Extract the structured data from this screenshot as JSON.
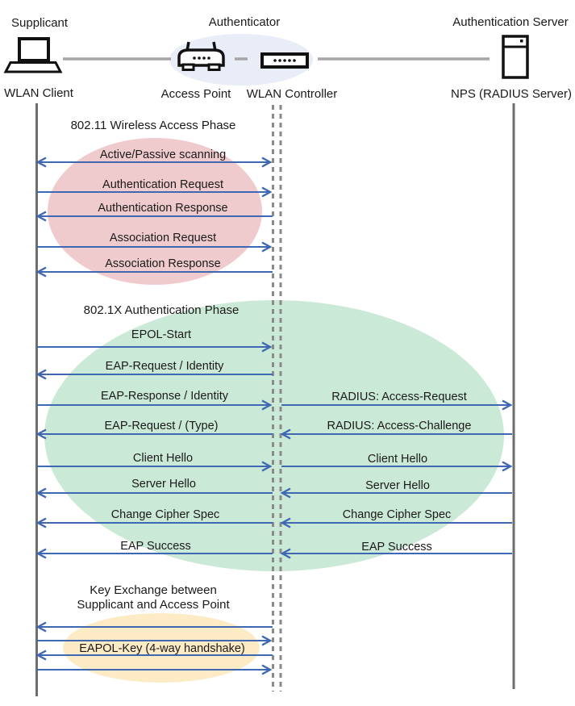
{
  "header": {
    "supplicant_role": "Supplicant",
    "authenticator_role": "Authenticator",
    "auth_server_role": "Authentication Server",
    "wlan_client": "WLAN Client",
    "access_point": "Access Point",
    "wlan_controller": "WLAN Controller",
    "radius_server": "NPS (RADIUS Server)"
  },
  "phase1": {
    "title": "802.11 Wireless Access Phase",
    "messages": [
      {
        "label": "Active/Passive scanning",
        "direction": "bidirectional",
        "from": "WLAN Client",
        "to": "WLAN Controller"
      },
      {
        "label": "Authentication Request",
        "direction": "right",
        "from": "WLAN Client",
        "to": "WLAN Controller"
      },
      {
        "label": "Authentication Response",
        "direction": "left",
        "from": "WLAN Controller",
        "to": "WLAN Client"
      },
      {
        "label": "Association Request",
        "direction": "right",
        "from": "WLAN Client",
        "to": "WLAN Controller"
      },
      {
        "label": "Association Response",
        "direction": "left",
        "from": "WLAN Controller",
        "to": "WLAN Client"
      }
    ]
  },
  "phase2": {
    "title": "802.1X Authentication Phase",
    "left_messages": [
      {
        "label": "EPOL-Start",
        "direction": "right"
      },
      {
        "label": "EAP-Request / Identity",
        "direction": "left"
      },
      {
        "label": "EAP-Response / Identity",
        "direction": "right"
      },
      {
        "label": "EAP-Request / (Type)",
        "direction": "left"
      },
      {
        "label": "Client Hello",
        "direction": "right"
      },
      {
        "label": "Server Hello",
        "direction": "left"
      },
      {
        "label": "Change Cipher Spec",
        "direction": "left"
      },
      {
        "label": "EAP Success",
        "direction": "left"
      }
    ],
    "right_messages": [
      {
        "label": "RADIUS: Access-Request",
        "direction": "right"
      },
      {
        "label": "RADIUS: Access-Challenge",
        "direction": "left"
      },
      {
        "label": "Client Hello",
        "direction": "right"
      },
      {
        "label": "Server Hello",
        "direction": "left"
      },
      {
        "label": "Change Cipher Spec",
        "direction": "left"
      },
      {
        "label": "EAP Success",
        "direction": "left"
      }
    ]
  },
  "phase3": {
    "title_line1": "Key Exchange between",
    "title_line2": "Supplicant and Access Point",
    "message_label": "EAPOL-Key (4-way handshake)",
    "arrows": [
      "left",
      "right",
      "left",
      "right"
    ]
  },
  "colors": {
    "arrow": "#3E68B1",
    "lifeline": "#6E6E6E",
    "lifeline_dashed": "#8A8A8A",
    "connector": "#A6A6A6",
    "icon": "#111111",
    "text": "#1A1A1A",
    "phase1_fill": "#F0CBCE",
    "phase1_title": "#C2242C",
    "phase2_fill": "#CBE9D7",
    "phase2_title": "#35B673",
    "phase3_fill": "#FDEBC6",
    "phase3_title": "#E08B5C",
    "authenticator_fill": "#E9EDF7"
  }
}
